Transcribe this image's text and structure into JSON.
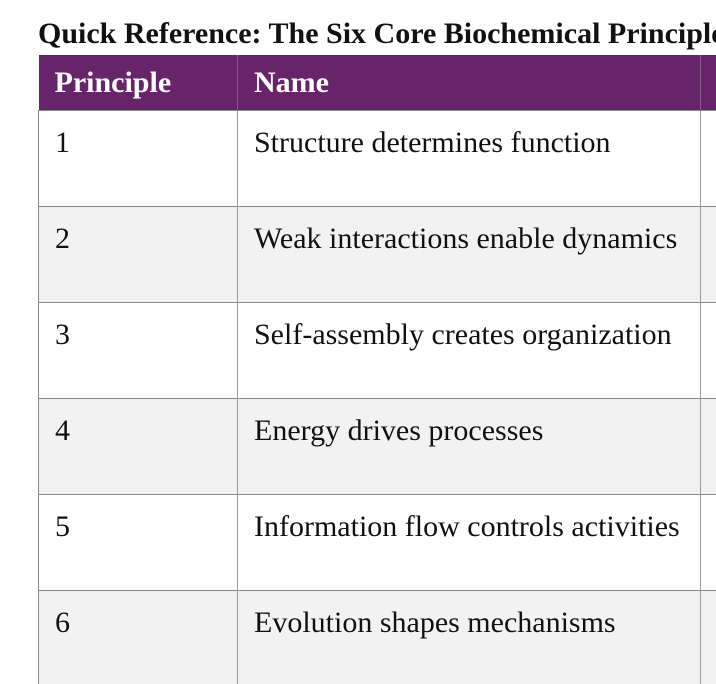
{
  "document": {
    "title": "Quick Reference: The Six Core Biochemical Principles"
  },
  "table": {
    "headers": [
      "Principle",
      "Name",
      ""
    ],
    "rows": [
      {
        "num": "1",
        "name": "Structure determines function"
      },
      {
        "num": "2",
        "name": "Weak interactions enable dynamics"
      },
      {
        "num": "3",
        "name": "Self-assembly creates organization"
      },
      {
        "num": "4",
        "name": "Energy drives processes"
      },
      {
        "num": "5",
        "name": "Information flow controls activities"
      },
      {
        "num": "6",
        "name": "Evolution shapes mechanisms"
      }
    ],
    "header_color": "#68246a",
    "stripe_color": "#f2f2f2"
  }
}
